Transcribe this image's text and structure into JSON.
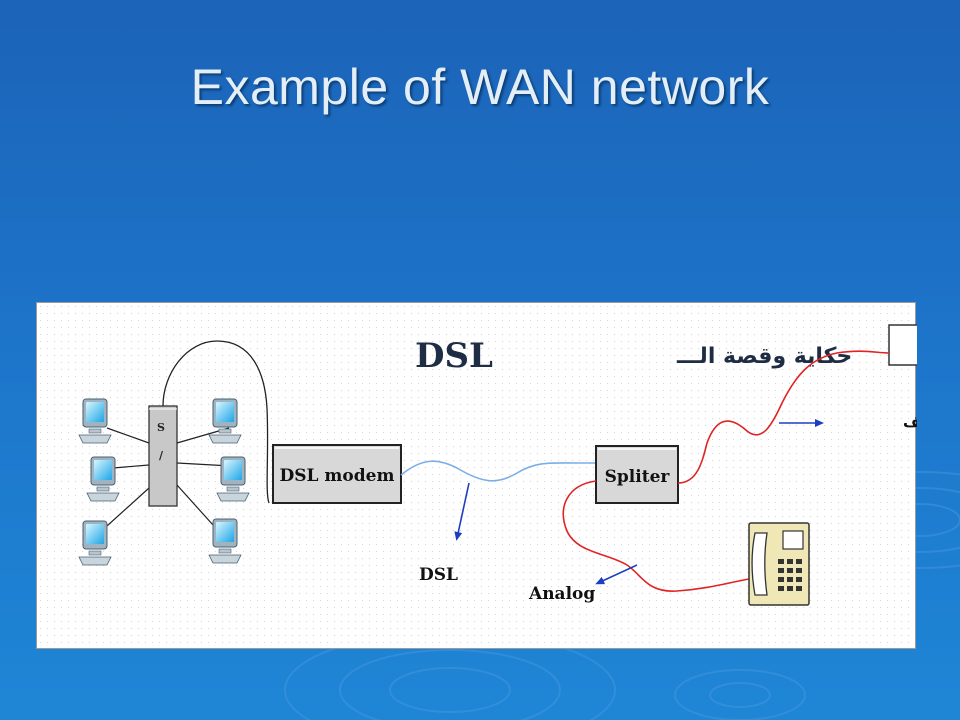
{
  "slide": {
    "title": "Example of WAN network"
  },
  "diagram": {
    "heading_latin": "DSL",
    "heading_arabic": "حكاية وقصة الـــ",
    "switch_label_top": "S",
    "switch_label_bottom": "/",
    "modem_label": "DSL modem",
    "splitter_label": "Spliter",
    "dsl_tag": "DSL",
    "analog_tag": "Analog",
    "phone_line_tag": "خط هاتف"
  },
  "colors": {
    "background": "#1d74c9",
    "title_text": "#e4eef7",
    "dsl_line": "#7aaee8",
    "phone_line": "#e02424",
    "arrow": "#1d3fbf",
    "box_fill": "#dcdcdc",
    "phone_fill": "#efe7b5"
  },
  "icons": {
    "computer": "computer-icon",
    "telephone": "telephone-icon",
    "switch": "switch-icon"
  }
}
